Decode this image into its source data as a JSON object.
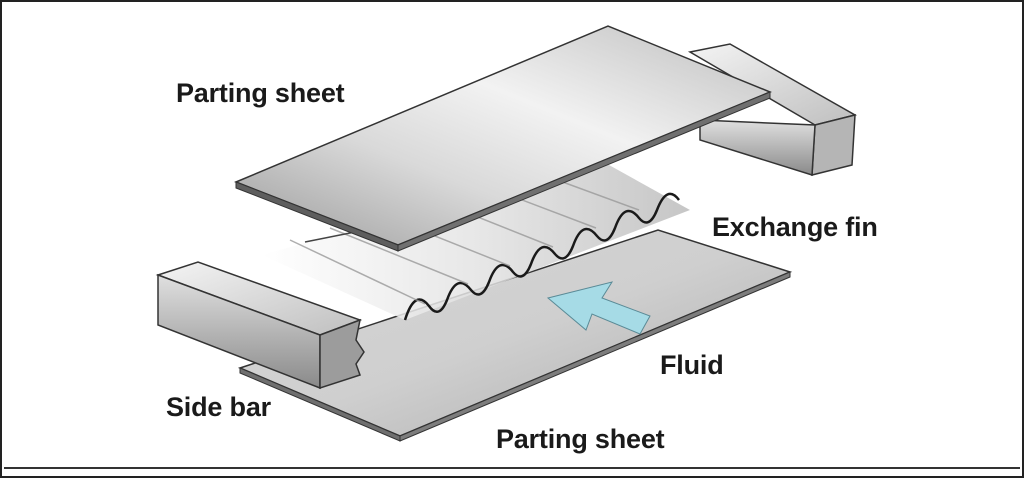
{
  "diagram": {
    "labels": {
      "top_sheet": "Parting sheet",
      "fin": "Exchange fin",
      "fluid": "Fluid",
      "side_bar": "Side bar",
      "bottom_sheet": "Parting sheet"
    },
    "colors": {
      "sheet_light": "#e8e8e8",
      "sheet_dark": "#8a8a8a",
      "fin_highlight": "#ffffff",
      "arrow": "#a6dbe6",
      "outline": "#1a1a1a"
    }
  }
}
